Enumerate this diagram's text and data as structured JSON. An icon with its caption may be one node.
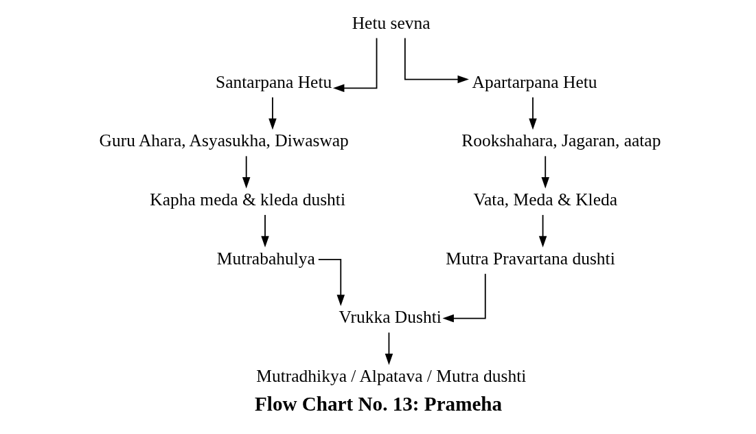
{
  "diagram": {
    "caption": "Flow Chart No. 13: Prameha",
    "nodes": [
      {
        "text": [
          "Hetu sevna"
        ]
      },
      {
        "text": [
          "Santarpana Hetu"
        ]
      },
      {
        "text": [
          "Apartarpana Hetu"
        ]
      },
      {
        "text": [
          "Guru Ahara, Asyasukha, Diwaswap"
        ]
      },
      {
        "text": [
          "Rookshahara, Jagaran, aatap"
        ]
      },
      {
        "text": [
          "Kapha meda & kleda dushti"
        ]
      },
      {
        "text": [
          "Vata, Meda & Kleda"
        ]
      },
      {
        "text": [
          "Mutrabahulya"
        ]
      },
      {
        "text": [
          "Mutra Pravartana dushti"
        ]
      },
      {
        "text": [
          "Vrukka Dushti"
        ]
      },
      {
        "text": [
          "Mutradhikya / Alpatava / Mutra dushti"
        ]
      }
    ],
    "edges": [
      {
        "from": 0,
        "to": 1,
        "arrow": "to"
      },
      {
        "from": 0,
        "to": 2,
        "arrow": "to"
      },
      {
        "from": 1,
        "to": 3,
        "arrow": "to"
      },
      {
        "from": 2,
        "to": 4,
        "arrow": "to"
      },
      {
        "from": 3,
        "to": 5,
        "arrow": "to"
      },
      {
        "from": 4,
        "to": 6,
        "arrow": "to"
      },
      {
        "from": 5,
        "to": 7,
        "arrow": "to"
      },
      {
        "from": 6,
        "to": 8,
        "arrow": "to"
      },
      {
        "from": 7,
        "to": 9,
        "arrow": "to"
      },
      {
        "from": 8,
        "to": 9,
        "arrow": "to"
      },
      {
        "from": 9,
        "to": 10,
        "arrow": "to"
      }
    ]
  }
}
